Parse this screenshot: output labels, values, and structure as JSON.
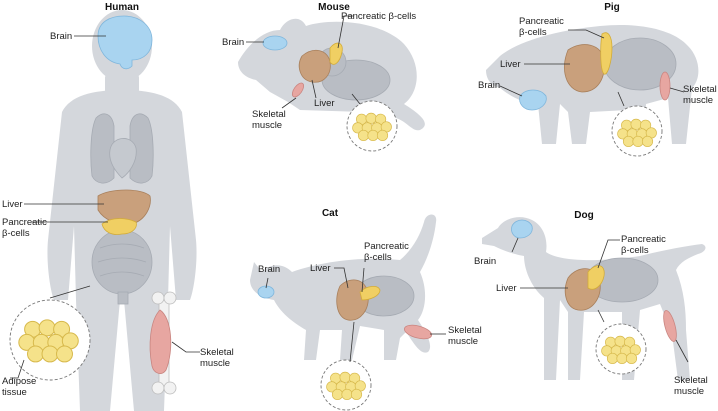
{
  "panels": {
    "human": {
      "title": "Human",
      "labels": {
        "brain": "Brain",
        "liver": "Liver",
        "pancreas_line1": "Pancreatic",
        "pancreas_line2": "β-cells",
        "adipose_line1": "Adipose",
        "adipose_line2": "tissue",
        "muscle_line1": "Skeletal",
        "muscle_line2": "muscle"
      }
    },
    "mouse": {
      "title": "Mouse",
      "labels": {
        "brain": "Brain",
        "pancreas": "Pancreatic β-cells",
        "liver": "Liver",
        "muscle_line1": "Skeletal",
        "muscle_line2": "muscle"
      }
    },
    "pig": {
      "title": "Pig",
      "labels": {
        "pancreas_line1": "Pancreatic",
        "pancreas_line2": "β-cells",
        "liver": "Liver",
        "brain": "Brain",
        "muscle_line1": "Skeletal",
        "muscle_line2": "muscle"
      }
    },
    "cat": {
      "title": "Cat",
      "labels": {
        "brain": "Brain",
        "liver": "Liver",
        "pancreas_line1": "Pancreatic",
        "pancreas_line2": "β-cells",
        "muscle_line1": "Skeletal",
        "muscle_line2": "muscle"
      }
    },
    "dog": {
      "title": "Dog",
      "labels": {
        "brain": "Brain",
        "pancreas_line1": "Pancreatic",
        "pancreas_line2": "β-cells",
        "liver": "Liver",
        "muscle_line1": "Skeletal",
        "muscle_line2": "muscle"
      }
    }
  },
  "colors": {
    "silhouette": "#d4d7dc",
    "brain": "#a9d4f0",
    "liver": "#c9a07c",
    "pancreas": "#f0cf63",
    "muscle": "#e7a6a1",
    "adipose": "#f5e28a"
  }
}
